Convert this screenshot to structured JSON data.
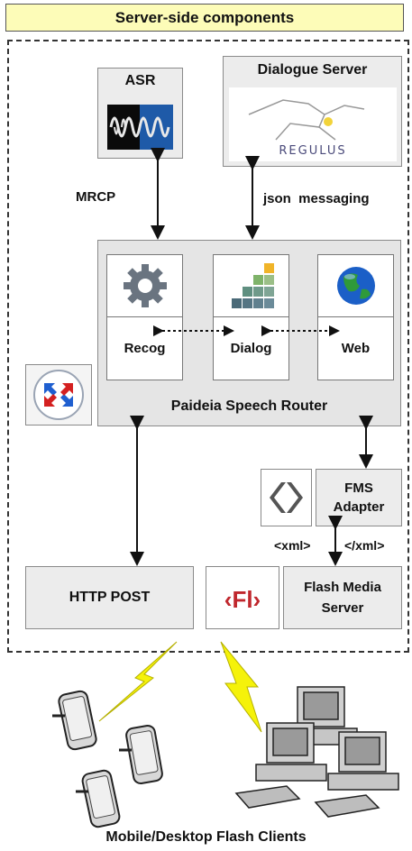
{
  "banner": {
    "title": "Server-side components"
  },
  "asr": {
    "label": "ASR"
  },
  "dialogue_server": {
    "label": "Dialogue Server",
    "logo_text": "REGULUS"
  },
  "links": {
    "mrcp": "MRCP",
    "json": "json  messaging",
    "xml_open": "<xml>",
    "xml_close": "</xml>"
  },
  "router": {
    "label": "Paideia Speech Router",
    "modules": [
      {
        "label": "Recog",
        "icon": "gear-icon"
      },
      {
        "label": "Dialog",
        "icon": "blocks-icon"
      },
      {
        "label": "Web",
        "icon": "globe-icon"
      }
    ]
  },
  "fms_adapter": {
    "label_line1": "FMS",
    "label_line2": "Adapter"
  },
  "http_post": {
    "label": "HTTP POST"
  },
  "flash_media_server": {
    "label_line1": "Flash Media",
    "label_line2": "Server",
    "logo_text": "‹Fl›"
  },
  "clients": {
    "label": "Mobile/Desktop Flash Clients"
  },
  "colors": {
    "banner_bg": "#fdfcb8",
    "box_bg": "#ececec",
    "lightning": "#f5f20a",
    "flash_red": "#c0272d"
  }
}
